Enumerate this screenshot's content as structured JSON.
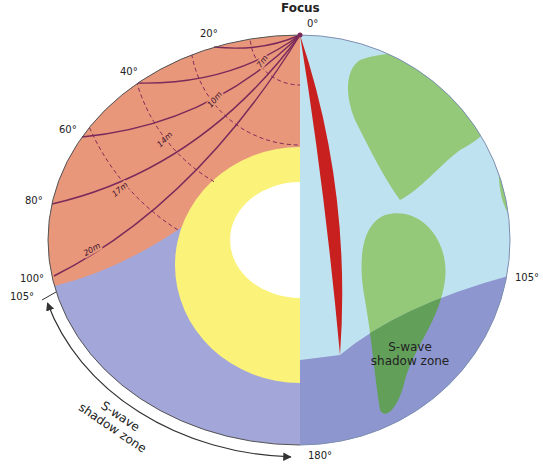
{
  "diagram": {
    "labels": [
      "Focus",
      "0°",
      "20°",
      "40°",
      "60°",
      "80°",
      "100°",
      "105°",
      "105°",
      "180°",
      "7m",
      "10m",
      "14m",
      "17m",
      "20m",
      "S-wave shadow zone",
      "S-wave shadow zone"
    ]
  }
}
